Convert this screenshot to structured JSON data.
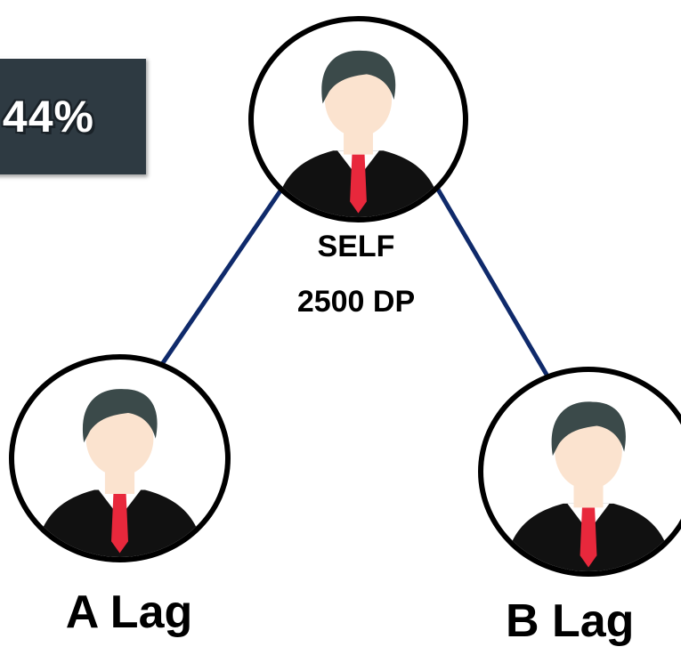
{
  "badge": {
    "text": "44%"
  },
  "nodes": {
    "self": {
      "name": "SELF",
      "points": "2500 DP"
    },
    "left": {
      "name": "A Lag"
    },
    "right": {
      "name": "B Lag"
    }
  },
  "colors": {
    "connector": "#0f2a6b",
    "badge_bg": "#2e3a42",
    "tie": "#e8283c",
    "suit": "#111111",
    "hair": "#3b4a4a",
    "skin": "#fbe3cf"
  },
  "icons": {
    "person": "person-avatar-icon"
  }
}
